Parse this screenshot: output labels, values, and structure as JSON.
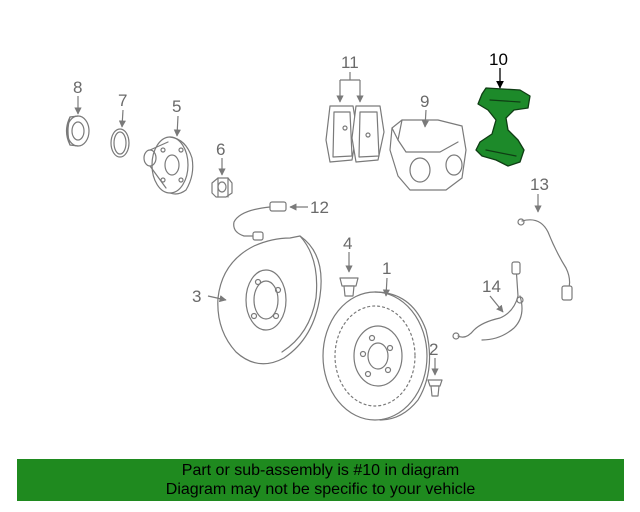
{
  "callouts": {
    "c1": "1",
    "c2": "2",
    "c3": "3",
    "c4": "4",
    "c5": "5",
    "c6": "6",
    "c7": "7",
    "c8": "8",
    "c9": "9",
    "c10": "10",
    "c11": "11",
    "c12": "12",
    "c13": "13",
    "c14": "14"
  },
  "highlight": {
    "part": "10",
    "color": "#1d8a2a"
  },
  "banner": {
    "line1": "Part or sub-assembly is #10 in diagram",
    "line2": "Diagram may not be specific to your vehicle",
    "background": "#1f8a1f"
  }
}
